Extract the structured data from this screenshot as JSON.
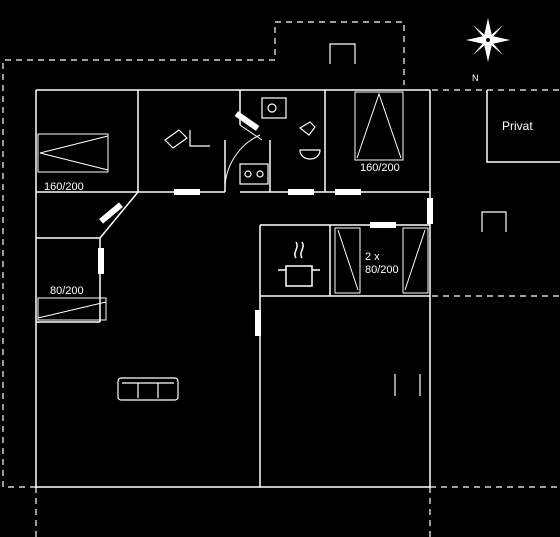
{
  "labels": {
    "bed_a": "160/200",
    "bed_b": "160/200",
    "bed_c": "80/200",
    "bed_d_count": "2 x",
    "bed_d_size": "80/200",
    "privat": "Privat",
    "compass_n": "N"
  },
  "colors": {
    "background": "#000000",
    "line": "#ffffff",
    "door": "#ffffff"
  },
  "icons": [
    "compass-icon",
    "bed-icon",
    "toilet-icon",
    "sink-icon",
    "shower-icon",
    "stove-pot-icon",
    "sofa-icon",
    "window-icon"
  ]
}
